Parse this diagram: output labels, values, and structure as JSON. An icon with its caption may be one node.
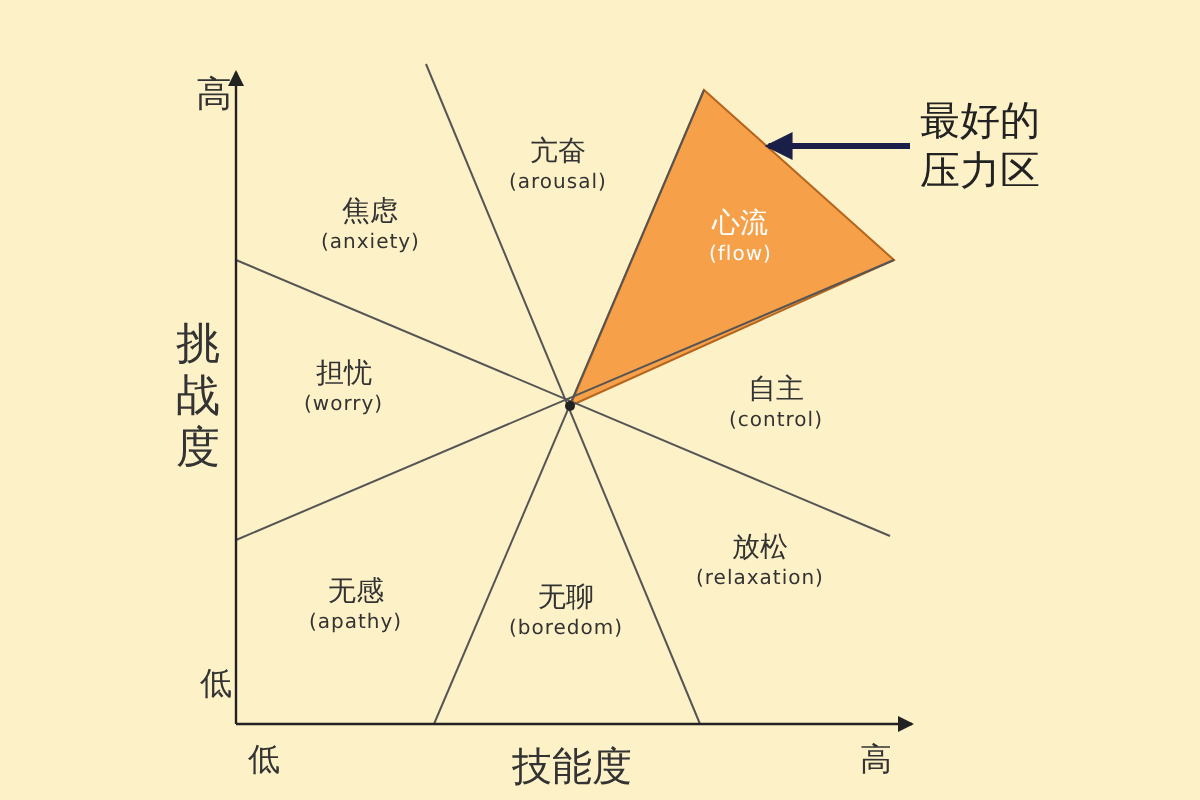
{
  "diagram": {
    "nodes": [
      {
        "text": [
          "亢奋",
          "(arousal)"
        ]
      },
      {
        "text": [
          "焦虑",
          "(anxiety)"
        ]
      },
      {
        "text": [
          "心流",
          "(flow)"
        ]
      },
      {
        "text": [
          "最好的压力区"
        ]
      },
      {
        "text": [
          "担忧",
          "(worry)"
        ]
      },
      {
        "text": [
          "自主",
          "(control)"
        ]
      },
      {
        "text": [
          "放松",
          "(relaxation)"
        ]
      },
      {
        "text": [
          "无感",
          "(apathy)"
        ]
      },
      {
        "text": [
          "无聊",
          "(boredom)"
        ]
      }
    ],
    "edges": [
      {
        "from": 3,
        "to": 2,
        "arrow": "to"
      }
    ],
    "labels": [
      "高",
      "挑战度",
      "低",
      "低",
      "技能度",
      "高"
    ]
  }
}
